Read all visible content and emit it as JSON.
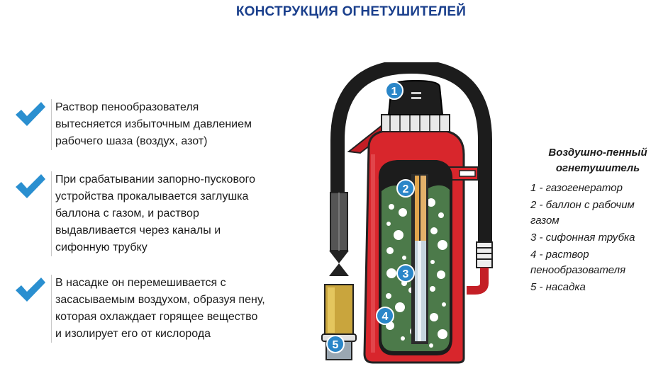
{
  "title": "КОНСТРУКЦИЯ ОГНЕТУШИТЕЛЕЙ",
  "bullets": [
    {
      "lines": [
        "Раствор пенообразователя",
        "вытесняется избыточным давлением",
        "рабочего шаза (воздух, азот)"
      ]
    },
    {
      "lines": [
        "При срабатывании запорно-пускового",
        "устройства прокалывается заглушка",
        "баллона с газом, и раствор",
        "выдавливается через каналы и",
        "сифонную трубку"
      ]
    },
    {
      "lines": [
        "В насадке он перемешивается с",
        "засасываемым воздухом, образуя пену,",
        "которая охлаждает горящее вещество",
        "и изолирует его от кислорода"
      ]
    }
  ],
  "legend": {
    "title_lines": [
      "Воздушно-пенный",
      "огнетушитель"
    ],
    "items": [
      {
        "lines": [
          "1 - газогенератор"
        ]
      },
      {
        "lines": [
          "2 - баллон с рабочим",
          "газом"
        ]
      },
      {
        "lines": [
          "3 - сифонная трубка"
        ]
      },
      {
        "lines": [
          "4 - раствор",
          "пенообразователя"
        ]
      },
      {
        "lines": [
          "5 - насадка"
        ]
      }
    ]
  },
  "markers": [
    "1",
    "2",
    "3",
    "4",
    "5"
  ],
  "colors": {
    "title": "#1a3f8c",
    "check": "#2a8fd0",
    "body_red": "#d8262c",
    "foam_green": "#4c7a4a",
    "marker_blue": "#2a86c8"
  }
}
